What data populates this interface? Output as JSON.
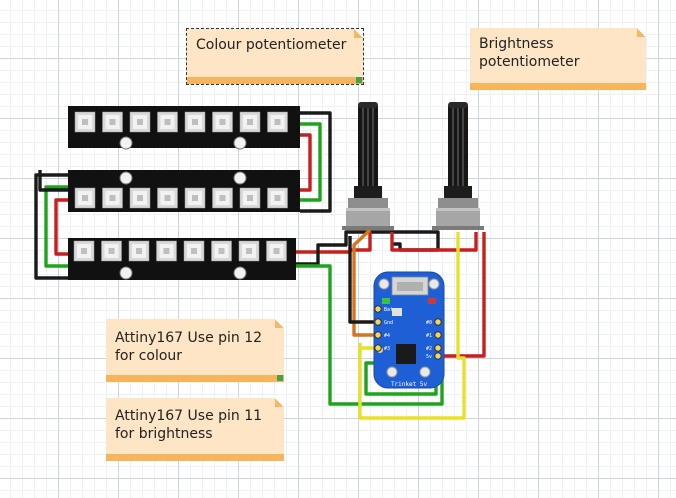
{
  "notes": {
    "colour_pot": "Colour potentiometer",
    "brightness_pot": "Brightness\npotentiometer",
    "pin12": "Attiny167 Use pin 12\nfor colour",
    "pin11": "Attiny167 Use pin 11\nfor brightness"
  },
  "board": {
    "name": "Trinket 5v",
    "left_pins": [
      "Bat",
      "Gnd",
      "#4",
      "#3"
    ],
    "right_pins": [
      "#0",
      "#1",
      "#2",
      "5v"
    ]
  },
  "colors": {
    "wire_black": "#1a1a1a",
    "wire_red": "#c81e1e",
    "wire_green": "#1fa31f",
    "wire_yellow": "#e8e02a",
    "wire_orange": "#d7741c",
    "board_blue": "#1f5fd6",
    "note_bg": "#fde5c5",
    "note_bar": "#f6b55c"
  }
}
